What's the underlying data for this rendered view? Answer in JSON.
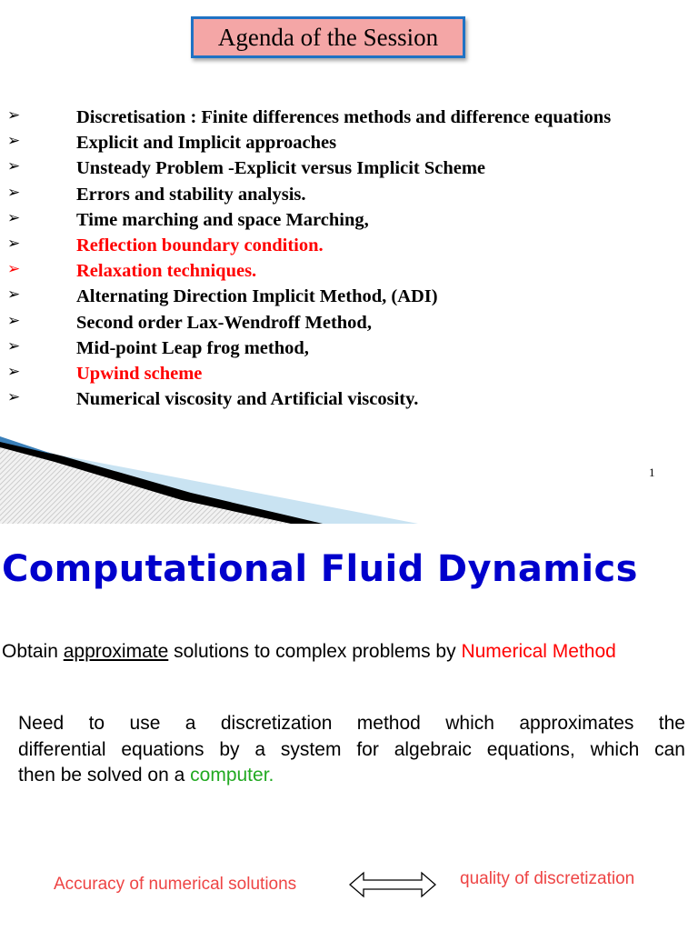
{
  "slide1": {
    "title": "Agenda of the Session",
    "bullet_glyph": "➢",
    "items": [
      {
        "text": "Discretisation : Finite differences methods and difference equations",
        "color": "#000000"
      },
      {
        "text": "Explicit and Implicit approaches",
        "color": "#000000"
      },
      {
        "text": "Unsteady Problem -Explicit versus Implicit Scheme",
        "color": "#000000"
      },
      {
        "text": "Errors and stability analysis.",
        "color": "#000000"
      },
      {
        "text": "Time marching and space Marching,",
        "color": "#000000"
      },
      {
        "text": "Reflection boundary condition.",
        "color": "#ff0000"
      },
      {
        "text": "Relaxation techniques.",
        "color": "#ff0000",
        "bullet_color": "#ff0000"
      },
      {
        "text": "Alternating Direction Implicit Method,  (ADI)",
        "color": "#000000"
      },
      {
        "text": "Second order Lax-Wendroff  Method,",
        "color": "#000000"
      },
      {
        "text": "Mid-point Leap frog method,",
        "color": "#000000"
      },
      {
        "text": "Upwind scheme",
        "color": "#ff0000"
      },
      {
        "text": "Numerical viscosity  and  Artificial viscosity.",
        "color": "#000000"
      }
    ],
    "page_number": "1"
  },
  "slide2": {
    "title": "Computational Fluid Dynamics",
    "obtain": {
      "before": "Obtain ",
      "underlined": "approximate",
      "middle": " solutions to  complex problems by ",
      "highlight": "Numerical Method"
    },
    "paragraph": {
      "line1": "Need to use a discretization method  which approximates the",
      "line2": "differential  equations by a system for algebraic  equations, which can",
      "line3_before": "then be solved on  a ",
      "line3_highlight": "computer."
    },
    "left_caption": "Accuracy of numerical solutions",
    "right_caption": "quality of discretization",
    "arrow_icon": "double-headed-arrow"
  }
}
